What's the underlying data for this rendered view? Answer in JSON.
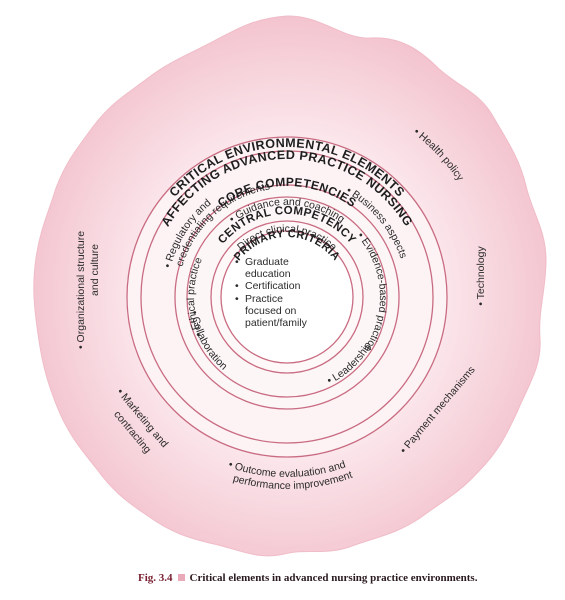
{
  "titles": {
    "outer_line1": "CRITICAL ENVIRONMENTAL ELEMENTS",
    "outer_line2": "AFFECTING ADVANCED PRACTICE NURSING",
    "core": "CORE COMPETENCIES",
    "central": "CENTRAL COMPETENCY",
    "primary": "PRIMARY CRITERIA"
  },
  "environmental_elements": {
    "regulatory_line1": "• Regulatory and",
    "regulatory_line2": "credentialing requirements",
    "business": "• Business aspects",
    "health_policy": "• Health policy",
    "technology": "• Technology",
    "payment": "• Payment mechanisms",
    "outcome_line1": "• Outcome evaluation and",
    "outcome_line2": "performance improvement",
    "marketing_line1": "• Marketing and",
    "marketing_line2": "contracting",
    "org_line1": "• Organizational structure",
    "org_line2": "and culture"
  },
  "core_competencies": {
    "guidance": "• Guidance and coaching",
    "evidence": "• Evidence-based practice",
    "leadership": "• Leadership",
    "collaboration": "• Collaboration",
    "ethical": "• Ethical practice"
  },
  "central_competency": {
    "direct_care": "Direct clinical practice"
  },
  "primary_criteria": {
    "items": [
      "Graduate",
      "education",
      "Certification",
      "Practice",
      "focused on",
      "patient/family"
    ]
  },
  "caption": {
    "label": "Fig. 3.4",
    "text": "Critical elements in advanced nursing practice environments."
  },
  "colors": {
    "blob_edge": "#f2c2cd",
    "blob_center": "#fdeef1",
    "ring_line": "#c96c82",
    "caption_label": "#7a2032"
  }
}
